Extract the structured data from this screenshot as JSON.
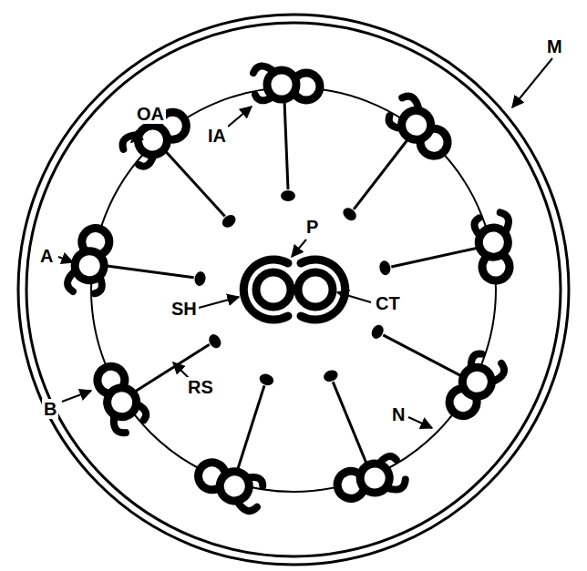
{
  "diagram": {
    "labels": [
      "OA",
      "M",
      "IA",
      "A",
      "P",
      "CT",
      "SH",
      "RS",
      "B",
      "N"
    ]
  }
}
